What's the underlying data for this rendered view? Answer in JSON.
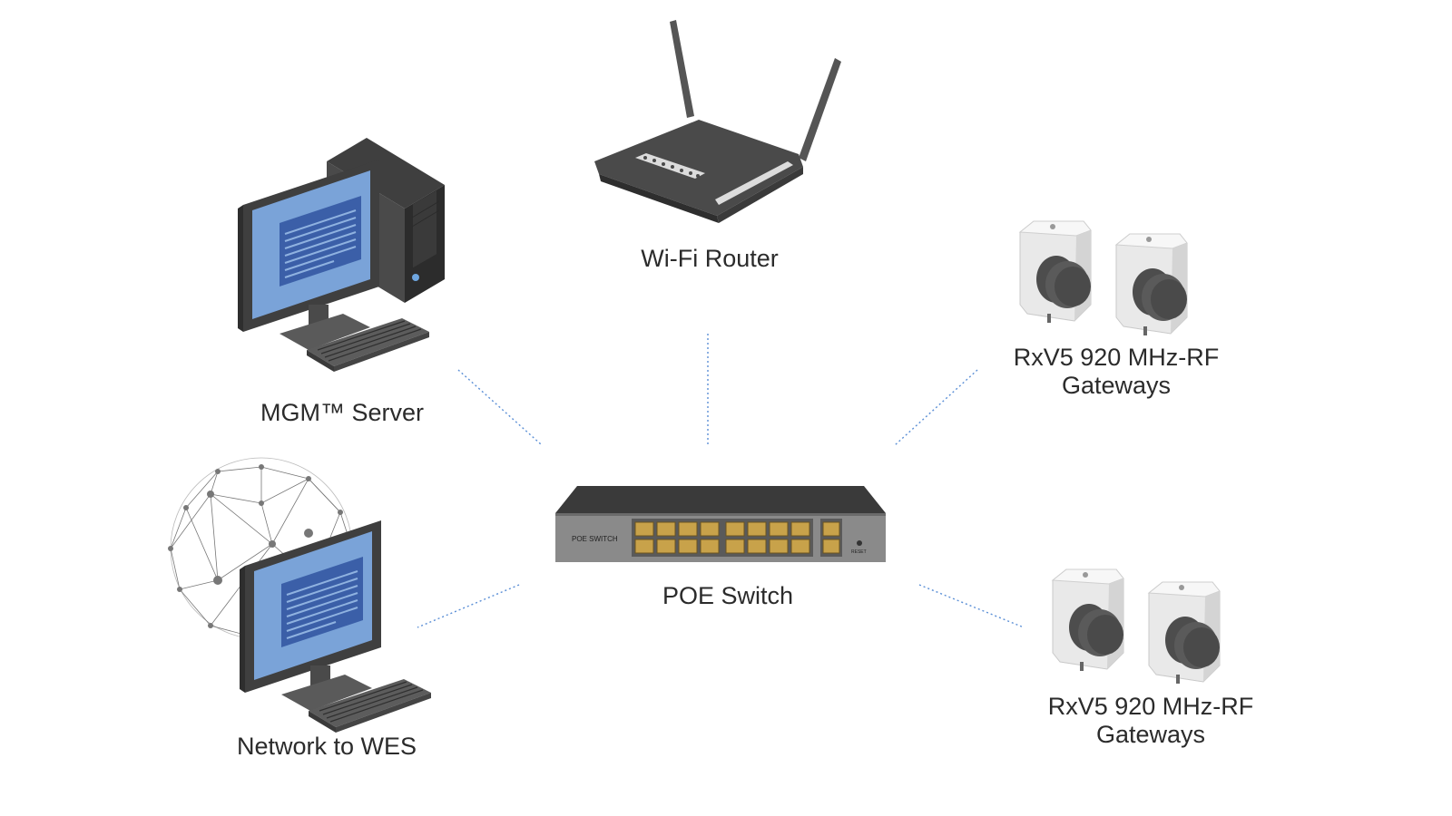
{
  "nodes": {
    "router": {
      "label": "Wi-Fi Router"
    },
    "server": {
      "label": "MGM™ Server"
    },
    "gateways_top": {
      "label_line1": "RxV5 920 MHz-RF",
      "label_line2": "Gateways"
    },
    "switch": {
      "label": "POE Switch",
      "panel_text": "POE SWITCH",
      "reset_text": "RESET"
    },
    "network": {
      "label": "Network to WES"
    },
    "gateways_bottom": {
      "label_line1": "RxV5 920 MHz-RF",
      "label_line2": "Gateways"
    }
  },
  "colors": {
    "connector_line": "#5b8fd6",
    "device_dark": "#4a4a4a",
    "screen_blue": "#7aa3d8",
    "gateway_white": "#f2f2f2",
    "antenna_gray": "#555555"
  },
  "icons": {
    "router": "wifi-router-icon",
    "server": "desktop-computer-icon",
    "gateway": "rf-gateway-icon",
    "switch": "poe-switch-icon",
    "globe": "network-globe-icon"
  }
}
